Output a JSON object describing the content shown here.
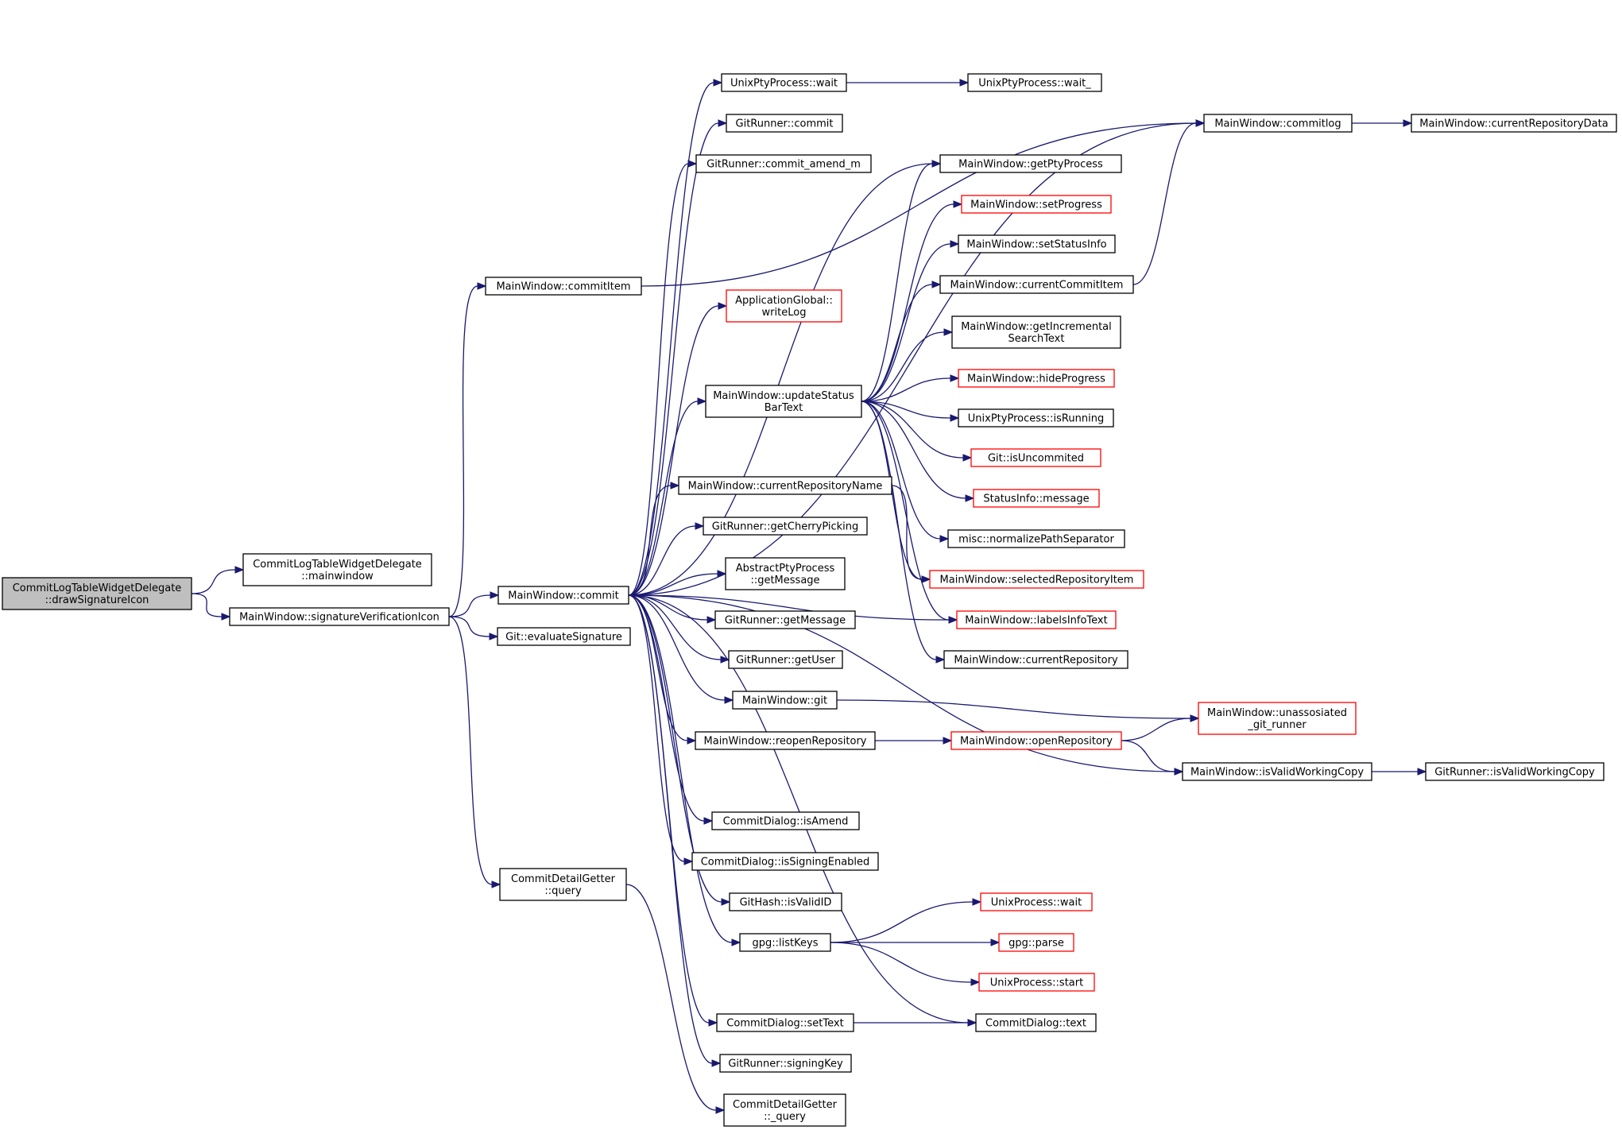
{
  "diagram": {
    "type": "call-graph",
    "colors": {
      "edge": "#191970",
      "border_normal": "#000000",
      "border_truncated": "#ff0000",
      "root_fill": "#bfbfbf",
      "node_fill": "#ffffff"
    },
    "nodes": [
      {
        "id": "root",
        "lines": [
          "CommitLogTableWidgetDelegate",
          "::drawSignatureIcon"
        ],
        "root": true
      },
      {
        "id": "mainwindow",
        "lines": [
          "CommitLogTableWidgetDelegate",
          "::mainwindow"
        ]
      },
      {
        "id": "sigverif",
        "lines": [
          "MainWindow::signatureVerificationIcon"
        ]
      },
      {
        "id": "commitItem",
        "lines": [
          "MainWindow::commitItem"
        ]
      },
      {
        "id": "commit",
        "lines": [
          "MainWindow::commit"
        ]
      },
      {
        "id": "evalSig",
        "lines": [
          "Git::evaluateSignature"
        ]
      },
      {
        "id": "cdgQuery",
        "lines": [
          "CommitDetailGetter",
          "::query"
        ]
      },
      {
        "id": "uppWait",
        "lines": [
          "UnixPtyProcess::wait"
        ]
      },
      {
        "id": "uppWait_",
        "lines": [
          "UnixPtyProcess::wait_"
        ]
      },
      {
        "id": "grCommit",
        "lines": [
          "GitRunner::commit"
        ]
      },
      {
        "id": "grAmend",
        "lines": [
          "GitRunner::commit_amend_m"
        ]
      },
      {
        "id": "writeLog",
        "lines": [
          "ApplicationGlobal::",
          "writeLog"
        ],
        "truncated": true
      },
      {
        "id": "updateStatus",
        "lines": [
          "MainWindow::updateStatus",
          "BarText"
        ]
      },
      {
        "id": "curRepoName",
        "lines": [
          "MainWindow::currentRepositoryName"
        ]
      },
      {
        "id": "cherry",
        "lines": [
          "GitRunner::getCherryPicking"
        ]
      },
      {
        "id": "apGetMsg",
        "lines": [
          "AbstractPtyProcess",
          "::getMessage"
        ]
      },
      {
        "id": "grGetMsg",
        "lines": [
          "GitRunner::getMessage"
        ]
      },
      {
        "id": "grGetUser",
        "lines": [
          "GitRunner::getUser"
        ]
      },
      {
        "id": "mwGit",
        "lines": [
          "MainWindow::git"
        ]
      },
      {
        "id": "reopen",
        "lines": [
          "MainWindow::reopenRepository"
        ]
      },
      {
        "id": "isAmend",
        "lines": [
          "CommitDialog::isAmend"
        ]
      },
      {
        "id": "isSigning",
        "lines": [
          "CommitDialog::isSigningEnabled"
        ]
      },
      {
        "id": "isValidID",
        "lines": [
          "GitHash::isValidID"
        ]
      },
      {
        "id": "listKeys",
        "lines": [
          "gpg::listKeys"
        ]
      },
      {
        "id": "setText",
        "lines": [
          "CommitDialog::setText"
        ]
      },
      {
        "id": "signingKey",
        "lines": [
          "GitRunner::signingKey"
        ]
      },
      {
        "id": "cdgQuery_",
        "lines": [
          "CommitDetailGetter",
          "::_query"
        ]
      },
      {
        "id": "commitlog",
        "lines": [
          "MainWindow::commitlog"
        ]
      },
      {
        "id": "curRepoData",
        "lines": [
          "MainWindow::currentRepositoryData"
        ]
      },
      {
        "id": "getPty",
        "lines": [
          "MainWindow::getPtyProcess"
        ]
      },
      {
        "id": "setProgress",
        "lines": [
          "MainWindow::setProgress"
        ],
        "truncated": true
      },
      {
        "id": "setStatusInfo",
        "lines": [
          "MainWindow::setStatusInfo"
        ]
      },
      {
        "id": "curCommitItem",
        "lines": [
          "MainWindow::currentCommitItem"
        ]
      },
      {
        "id": "incSearch",
        "lines": [
          "MainWindow::getIncremental",
          "SearchText"
        ]
      },
      {
        "id": "hideProgress",
        "lines": [
          "MainWindow::hideProgress"
        ],
        "truncated": true
      },
      {
        "id": "uppIsRunning",
        "lines": [
          "UnixPtyProcess::isRunning"
        ]
      },
      {
        "id": "isUncommited",
        "lines": [
          "Git::isUncommited"
        ],
        "truncated": true
      },
      {
        "id": "siMessage",
        "lines": [
          "StatusInfo::message"
        ],
        "truncated": true
      },
      {
        "id": "normPath",
        "lines": [
          "misc::normalizePathSeparator"
        ]
      },
      {
        "id": "selRepoItem",
        "lines": [
          "MainWindow::selectedRepositoryItem"
        ],
        "truncated": true
      },
      {
        "id": "labelsInfo",
        "lines": [
          "MainWindow::labelsInfoText"
        ],
        "truncated": true
      },
      {
        "id": "curRepo",
        "lines": [
          "MainWindow::currentRepository"
        ]
      },
      {
        "id": "unassoc",
        "lines": [
          "MainWindow::unassosiated",
          "_git_runner"
        ],
        "truncated": true
      },
      {
        "id": "openRepo",
        "lines": [
          "MainWindow::openRepository"
        ],
        "truncated": true
      },
      {
        "id": "isValidWC",
        "lines": [
          "MainWindow::isValidWorkingCopy"
        ]
      },
      {
        "id": "grIsValidWC",
        "lines": [
          "GitRunner::isValidWorkingCopy"
        ]
      },
      {
        "id": "upWait",
        "lines": [
          "UnixProcess::wait"
        ],
        "truncated": true
      },
      {
        "id": "gpgParse",
        "lines": [
          "gpg::parse"
        ],
        "truncated": true
      },
      {
        "id": "upStart",
        "lines": [
          "UnixProcess::start"
        ],
        "truncated": true
      },
      {
        "id": "cdText",
        "lines": [
          "CommitDialog::text"
        ]
      }
    ],
    "edges": [
      [
        "root",
        "mainwindow"
      ],
      [
        "root",
        "sigverif"
      ],
      [
        "sigverif",
        "commitItem"
      ],
      [
        "sigverif",
        "commit"
      ],
      [
        "sigverif",
        "evalSig"
      ],
      [
        "sigverif",
        "cdgQuery"
      ],
      [
        "commitItem",
        "commitlog"
      ],
      [
        "commit",
        "uppWait"
      ],
      [
        "commit",
        "grCommit"
      ],
      [
        "commit",
        "grAmend"
      ],
      [
        "commit",
        "writeLog"
      ],
      [
        "commit",
        "updateStatus"
      ],
      [
        "commit",
        "curRepoName"
      ],
      [
        "commit",
        "cherry"
      ],
      [
        "commit",
        "apGetMsg"
      ],
      [
        "commit",
        "grGetMsg"
      ],
      [
        "commit",
        "grGetUser"
      ],
      [
        "commit",
        "mwGit"
      ],
      [
        "commit",
        "reopen"
      ],
      [
        "commit",
        "isAmend"
      ],
      [
        "commit",
        "isSigning"
      ],
      [
        "commit",
        "isValidID"
      ],
      [
        "commit",
        "listKeys"
      ],
      [
        "commit",
        "setText"
      ],
      [
        "commit",
        "signingKey"
      ],
      [
        "commit",
        "commitlog"
      ],
      [
        "commit",
        "getPty"
      ],
      [
        "commit",
        "labelsInfo"
      ],
      [
        "commit",
        "isValidWC"
      ],
      [
        "commit",
        "cdText"
      ],
      [
        "uppWait",
        "uppWait_"
      ],
      [
        "updateStatus",
        "getPty"
      ],
      [
        "updateStatus",
        "setProgress"
      ],
      [
        "updateStatus",
        "setStatusInfo"
      ],
      [
        "updateStatus",
        "curCommitItem"
      ],
      [
        "updateStatus",
        "incSearch"
      ],
      [
        "updateStatus",
        "hideProgress"
      ],
      [
        "updateStatus",
        "uppIsRunning"
      ],
      [
        "updateStatus",
        "isUncommited"
      ],
      [
        "updateStatus",
        "siMessage"
      ],
      [
        "updateStatus",
        "normPath"
      ],
      [
        "updateStatus",
        "selRepoItem"
      ],
      [
        "updateStatus",
        "labelsInfo"
      ],
      [
        "updateStatus",
        "curRepo"
      ],
      [
        "curRepoName",
        "selRepoItem"
      ],
      [
        "curCommitItem",
        "commitlog"
      ],
      [
        "commitlog",
        "curRepoData"
      ],
      [
        "mwGit",
        "unassoc"
      ],
      [
        "reopen",
        "openRepo"
      ],
      [
        "openRepo",
        "unassoc"
      ],
      [
        "openRepo",
        "isValidWC"
      ],
      [
        "isValidWC",
        "grIsValidWC"
      ],
      [
        "listKeys",
        "upWait"
      ],
      [
        "listKeys",
        "gpgParse"
      ],
      [
        "listKeys",
        "upStart"
      ],
      [
        "setText",
        "cdText"
      ],
      [
        "cdgQuery",
        "cdgQuery_"
      ]
    ]
  }
}
